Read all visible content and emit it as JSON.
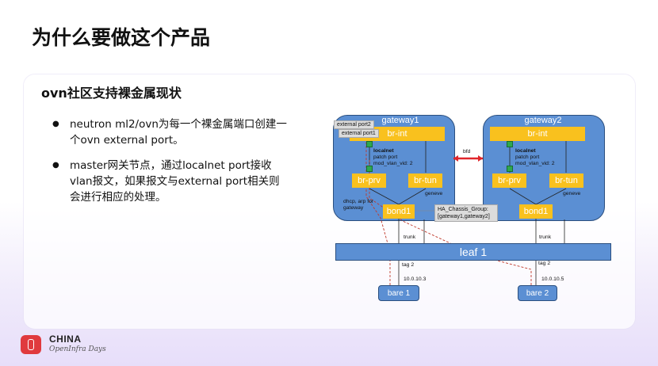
{
  "page": {
    "title": "为什么要做这个产品",
    "subtitle": "ovn社区支持裸金属现状",
    "bullets": [
      "neutron ml2/ovn为每一个裸金属端口创建一个ovn external port。",
      "master网关节点，通过localnet port接收vlan报文，如果报文与external port相关则会进行相应的处理。"
    ],
    "footer": {
      "brand": "CHINA",
      "sub": "OpenInfra Days",
      "accent": "#e03a3e"
    }
  },
  "diagram": {
    "gateway1": {
      "title": "gateway1",
      "br_int": "br-int",
      "br_prv": "br-prv",
      "br_tun": "br-tun",
      "bond": "bond1",
      "localnet": "localnet",
      "patch": "patch port",
      "vlan": "mod_vlan_vid: 2",
      "geneve": "geneve",
      "dhcp": "dhcp, arp for gateway"
    },
    "gateway2": {
      "title": "gateway2",
      "br_int": "br-int",
      "br_prv": "br-prv",
      "br_tun": "br-tun",
      "bond": "bond1",
      "localnet": "localnet",
      "patch": "patch port",
      "vlan": "mod_vlan_vid: 2",
      "geneve": "geneve"
    },
    "external_port2": "external port2",
    "external_port1": "external port1",
    "bfd": "bfd",
    "ha_group": "HA_Chassis_Group: [gateway1,gateway2]",
    "leaf": "leaf 1",
    "trunk_left": "trunk",
    "trunk_right": "trunk",
    "tag_left": "tag 2",
    "tag_right": "tag 2",
    "ip_left": "10.0.10.3",
    "ip_right": "10.0.10.5",
    "bare1": "bare 1",
    "bare2": "bare 2",
    "colors": {
      "box": "#5b8fd3",
      "switch": "#f9c11e",
      "port": "#2ea84f",
      "bfd": "#e0262b",
      "flow": "#c0392b"
    }
  }
}
